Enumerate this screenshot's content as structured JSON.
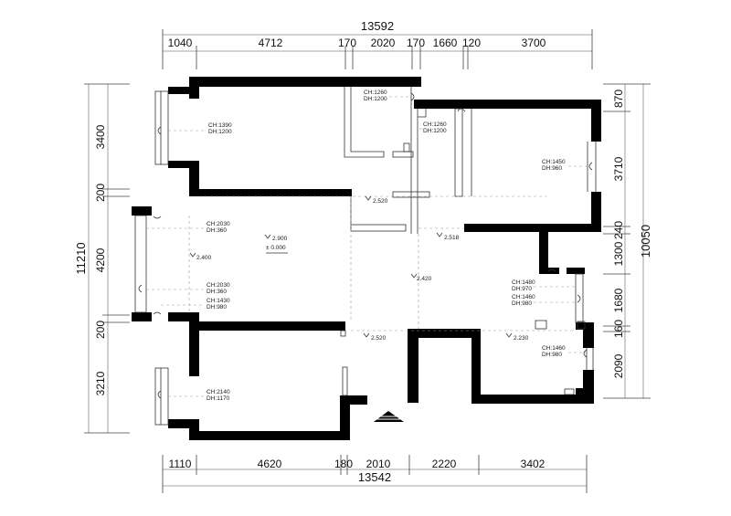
{
  "dimensions": {
    "top_total": "13592",
    "top_segments": [
      "1040",
      "4712",
      "170",
      "2020",
      "170",
      "1660",
      "120",
      "3700"
    ],
    "bottom_total": "13542",
    "bottom_segments": [
      "1110",
      "4620",
      "180",
      "2010",
      "2220",
      "3402"
    ],
    "left_total": "11210",
    "left_segments": [
      "3400",
      "200",
      "4200",
      "200",
      "3210"
    ],
    "right_total": "10050",
    "right_segments": [
      "870",
      "3710",
      "240",
      "1300",
      "1680",
      "160",
      "2090"
    ]
  },
  "windows": {
    "w1": [
      "CH:1390",
      "DH:1200"
    ],
    "w2": [
      "CH:1260",
      "DH:1200"
    ],
    "w3": [
      "CH:1260",
      "DH:1200"
    ],
    "w4": [
      "CH:1450",
      "DH:960"
    ],
    "w5": [
      "CH:2030",
      "DH:360"
    ],
    "w6": [
      "CH:2030",
      "DH:360"
    ],
    "w7": [
      "CH:1430",
      "DH:980"
    ],
    "w8": [
      "CH:1480",
      "DH:970"
    ],
    "w9": [
      "CH:1460",
      "DH:980"
    ],
    "w10": [
      "CH:1460",
      "DH:980"
    ],
    "w11": [
      "CH:2140",
      "DH:1170"
    ]
  },
  "levels": {
    "l1": "2.520",
    "l2": "2.518",
    "l3": "2.900",
    "l4": "± 0.000",
    "l5": "2.400",
    "l6": "2.420",
    "l7": "2.520",
    "l8": "2.230"
  }
}
